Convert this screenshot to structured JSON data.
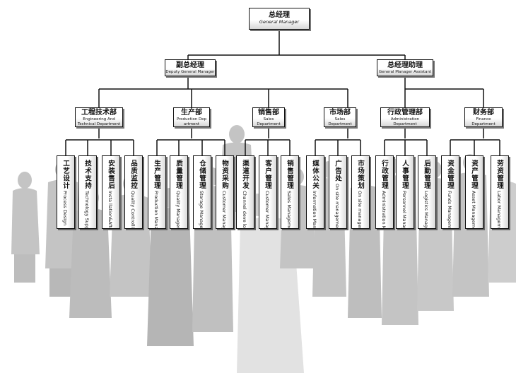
{
  "gm": {
    "zh": "总经理",
    "en": "General Manager"
  },
  "deputy": {
    "zh": "副总经理",
    "en": "Deputy General Manager"
  },
  "assistant": {
    "zh": "总经理助理",
    "en": "General Manager Assistant"
  },
  "departments": [
    {
      "zh": "工程技术部",
      "en": "Engineering And Technical Department"
    },
    {
      "zh": "生产部",
      "en": "Production Dep artment"
    },
    {
      "zh": "销售部",
      "en": "Sales Department"
    },
    {
      "zh": "市场部",
      "en": "Sales Department"
    },
    {
      "zh": "行政管理部",
      "en": "Administration Department"
    },
    {
      "zh": "财务部",
      "en": "Finance Department"
    }
  ],
  "units": [
    {
      "zh": "工艺设计",
      "en": "Process Design"
    },
    {
      "zh": "技术支持",
      "en": "Technology Support"
    },
    {
      "zh": "安装售后",
      "en": "Insta llation&After sale"
    },
    {
      "zh": "品质监控",
      "en": "Quality Controlling"
    },
    {
      "zh": "生产管理",
      "en": "Production Management"
    },
    {
      "zh": "质量管理",
      "en": "Quality Management"
    },
    {
      "zh": "仓储管理",
      "en": "Storage Management"
    },
    {
      "zh": "物资采购",
      "en": "Customer Management"
    },
    {
      "zh": "渠道开发",
      "en": "Channel deve loping"
    },
    {
      "zh": "客户管理",
      "en": "Customer Management"
    },
    {
      "zh": "销售管理",
      "en": "Sales Management"
    },
    {
      "zh": "媒体公关",
      "en": "Information Management"
    },
    {
      "zh": "广告处",
      "en": "On site management"
    },
    {
      "zh": "市场策划",
      "en": "On site management"
    },
    {
      "zh": "行政管理",
      "en": "Administration Management"
    },
    {
      "zh": "人事管理",
      "en": "Personnel Management"
    },
    {
      "zh": "后勤管理",
      "en": "Logistics Management"
    },
    {
      "zh": "资金管理",
      "en": "Funds Management"
    },
    {
      "zh": "资产管理",
      "en": "Asset Management"
    },
    {
      "zh": "劳资管理",
      "en": "Labor Management"
    }
  ]
}
